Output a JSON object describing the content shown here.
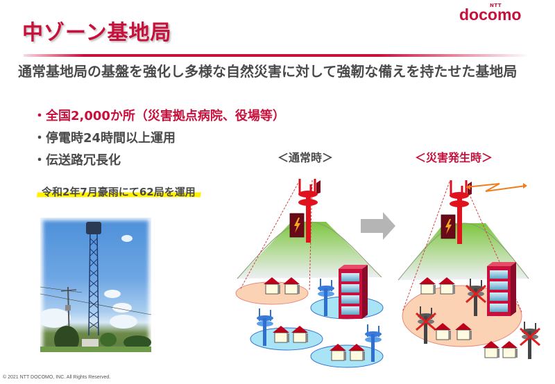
{
  "header": {
    "title": "中ゾーン基地局",
    "brand": {
      "sub": "NTT",
      "name": "docomo"
    }
  },
  "lead": "通常基地局の基盤を強化し多様な自然災害に対して強靭な備えを持たせた基地局",
  "bullets": [
    {
      "text": "・全国2,000か所（災害拠点病院、役場等）",
      "highlight": true
    },
    {
      "text": "・停電時24時間以上運用",
      "highlight": false
    },
    {
      "text": "・伝送路冗長化",
      "highlight": false
    }
  ],
  "callout": "令和2年7月豪雨にて62局を運用",
  "photo": {
    "subject": "communication-tower-photo"
  },
  "diagram": {
    "normal_label": "＜通常時＞",
    "disaster_label": "＜災害発生時＞",
    "colors": {
      "tower_red": "#e0121e",
      "hill_green": "#8dcc4a",
      "zone_orange": "#fbd2b4",
      "zone_blue": "#a9e4f6",
      "small_tower_blue": "#2f6fd0",
      "failed_tower_gray": "#555555",
      "building_red": "#c8103c",
      "arrow_gray": "#b5b5b5",
      "radio_link_orange": "#f07d1e"
    }
  },
  "footer": "© 2021 NTT DOCOMO, INC. All Rights Reserved."
}
